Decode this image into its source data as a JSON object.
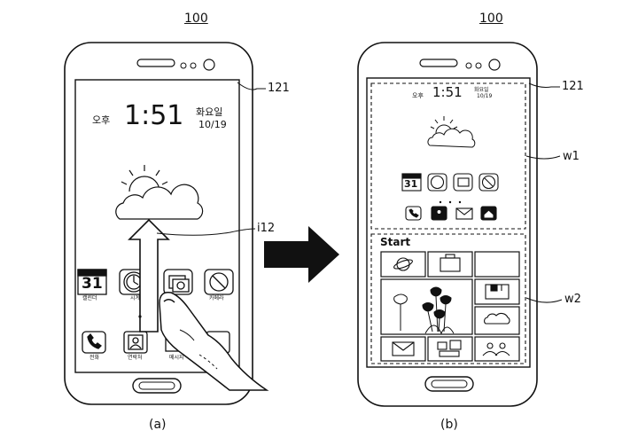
{
  "figure_number": "100",
  "panel_a_label": "(a)",
  "panel_b_label": "(b)",
  "ref_display": "121",
  "ref_gesture": "i12",
  "ref_w1": "w1",
  "ref_w2": "w2",
  "lock": {
    "ampm": "오후",
    "time": "1:51",
    "weekday": "화요일",
    "date": "10/19"
  },
  "apps_top": [
    {
      "icon": "calendar-icon",
      "label": "캘린더",
      "glyph": "31"
    },
    {
      "icon": "clock-icon",
      "label": "시계",
      "glyph": ""
    },
    {
      "icon": "gallery-icon",
      "label": "",
      "glyph": ""
    },
    {
      "icon": "camera-icon",
      "label": "카메라",
      "glyph": ""
    }
  ],
  "apps_bottom": [
    {
      "icon": "phone-icon",
      "label": "전화"
    },
    {
      "icon": "contacts-icon",
      "label": "연락처"
    },
    {
      "icon": "message-icon",
      "label": "메시지"
    },
    {
      "icon": "home-icon",
      "label": ""
    }
  ],
  "start_label": "Start"
}
